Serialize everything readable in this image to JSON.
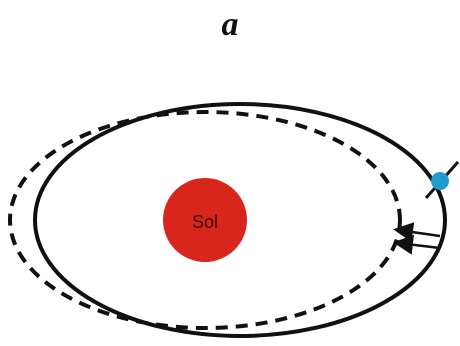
{
  "panel_label": "a",
  "sun": {
    "label": "Sol",
    "color": "#d9261c",
    "text_color": "#3a0a08"
  },
  "orbits": {
    "solid_orbit_color": "#111111",
    "dashed_orbit_color": "#111111"
  },
  "body": {
    "color": "#1f9bd1",
    "icon": "planet-icon"
  },
  "arrows": {
    "color": "#111111",
    "count": 2
  }
}
